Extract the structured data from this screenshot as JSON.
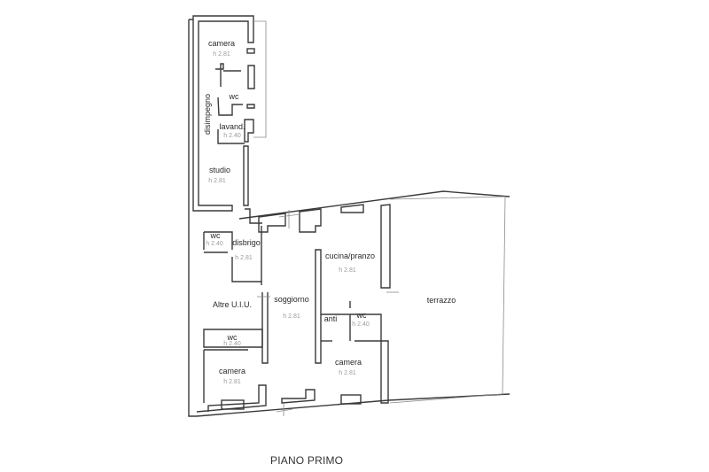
{
  "plan": {
    "title": "PIANO PRIMO",
    "rooms": [
      {
        "name": "camera",
        "height": "h 2.81"
      },
      {
        "name": "wc",
        "height": ""
      },
      {
        "name": "disimpegno",
        "height": ""
      },
      {
        "name": "lavand.",
        "height": "h 2.40"
      },
      {
        "name": "studio",
        "height": "h 2.81"
      },
      {
        "name": "wc",
        "height": "h 2.40"
      },
      {
        "name": "disbrigo",
        "height": "h 2.81"
      },
      {
        "name": "Altre U.I.U.",
        "height": ""
      },
      {
        "name": "soggiorno",
        "height": "h 2.81"
      },
      {
        "name": "wc",
        "height": "h 2.40"
      },
      {
        "name": "camera",
        "height": "h 2.81"
      },
      {
        "name": "cucina/pranzo",
        "height": "h 2.81"
      },
      {
        "name": "anti",
        "height": ""
      },
      {
        "name": "wc",
        "height": "h 2.40"
      },
      {
        "name": "camera",
        "height": "h 2.81"
      },
      {
        "name": "terrazzo",
        "height": ""
      }
    ]
  }
}
